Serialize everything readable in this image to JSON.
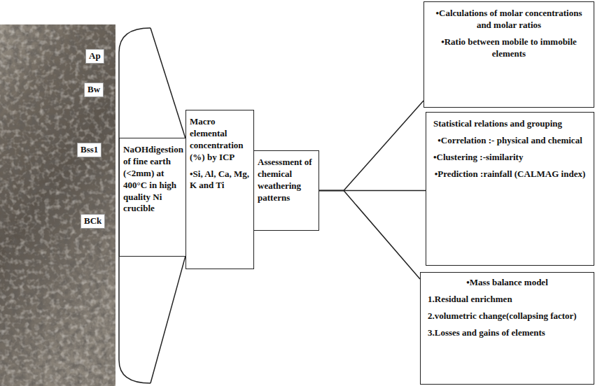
{
  "diagram": {
    "nodes": [
      {
        "text": [
          "Ap"
        ]
      },
      {
        "text": [
          "Bw"
        ]
      },
      {
        "text": [
          "Bss1"
        ]
      },
      {
        "text": [
          "BCk"
        ]
      },
      {
        "text": [
          "NaOHdigestion of fine earth (<2mm) at 400°C in high quality Ni crucible"
        ]
      },
      {
        "text": [
          "Macro elemental concentration (%) by ICP",
          "•Si, Al, Ca, Mg, K and Ti"
        ]
      },
      {
        "text": [
          "Assessment of chemical weathering patterns"
        ]
      },
      {
        "text": [
          "•Calculations of molar concentrations and molar ratios",
          "•Ratio between mobile to immobile elements"
        ]
      },
      {
        "text": [
          "Statistical relations and grouping",
          "•Correlation :- physical and chemical",
          "•Clustering :-similarity",
          "•Prediction :rainfall (CALMAG index)"
        ]
      },
      {
        "text": [
          "•Mass balance model",
          "1.Residual enrichmen",
          "2.volumetric change(collapsing factor)",
          "3.Losses and gains of elements"
        ]
      }
    ],
    "edges": [
      {
        "from": 6,
        "to": 7,
        "arrow": "none"
      },
      {
        "from": 6,
        "to": 8,
        "arrow": "none"
      },
      {
        "from": 6,
        "to": 9,
        "arrow": "none"
      }
    ]
  }
}
